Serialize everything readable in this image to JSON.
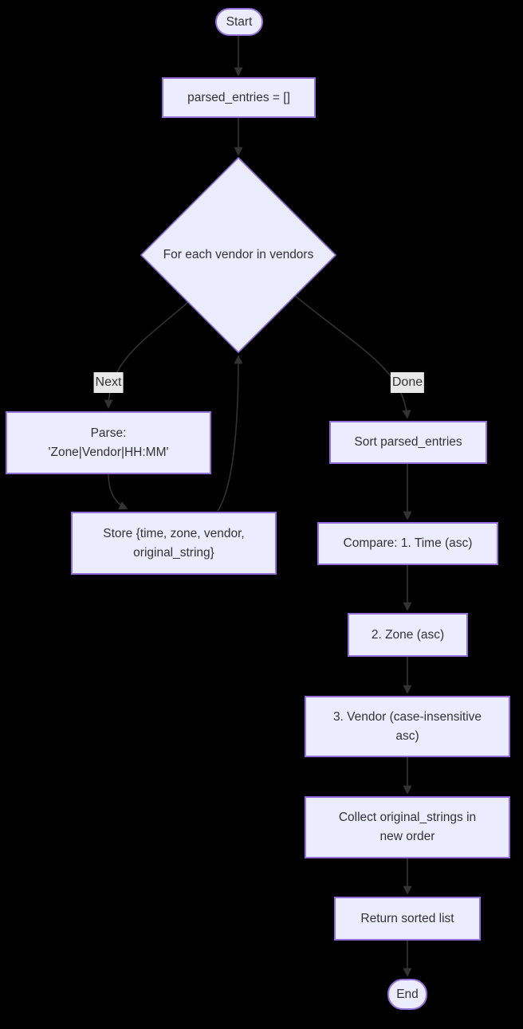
{
  "diagram": {
    "type": "flowchart",
    "direction": "top-down",
    "theme": {
      "background": "#000000",
      "node_fill": "#ECECFF",
      "node_border": "#9370DB",
      "text_color": "#333333",
      "edge_color": "#333333",
      "edge_label_bg": "#e8e8e8"
    },
    "nodes": {
      "start": {
        "shape": "stadium",
        "label": "Start"
      },
      "init": {
        "shape": "rect",
        "label": "parsed_entries = []"
      },
      "loop": {
        "shape": "diamond",
        "label": "For each vendor in vendors"
      },
      "parse": {
        "shape": "rect",
        "label": "Parse:\n'Zone|Vendor|HH:MM'"
      },
      "store": {
        "shape": "rect",
        "label": "Store {time, zone, vendor,\noriginal_string}"
      },
      "sort": {
        "shape": "rect",
        "label": "Sort parsed_entries"
      },
      "compare": {
        "shape": "rect",
        "label": "Compare: 1. Time (asc)"
      },
      "zone": {
        "shape": "rect",
        "label": "2. Zone (asc)"
      },
      "vendor": {
        "shape": "rect",
        "label": "3. Vendor (case-insensitive\nasc)"
      },
      "collect": {
        "shape": "rect",
        "label": "Collect original_strings in\nnew order"
      },
      "return": {
        "shape": "rect",
        "label": "Return sorted list"
      },
      "end": {
        "shape": "stadium",
        "label": "End"
      }
    },
    "edges": [
      {
        "from": "start",
        "to": "init"
      },
      {
        "from": "init",
        "to": "loop"
      },
      {
        "from": "loop",
        "to": "parse",
        "label": "Next"
      },
      {
        "from": "parse",
        "to": "store"
      },
      {
        "from": "store",
        "to": "loop"
      },
      {
        "from": "loop",
        "to": "sort",
        "label": "Done"
      },
      {
        "from": "sort",
        "to": "compare"
      },
      {
        "from": "compare",
        "to": "zone"
      },
      {
        "from": "zone",
        "to": "vendor"
      },
      {
        "from": "vendor",
        "to": "collect"
      },
      {
        "from": "collect",
        "to": "return"
      },
      {
        "from": "return",
        "to": "end"
      }
    ]
  }
}
